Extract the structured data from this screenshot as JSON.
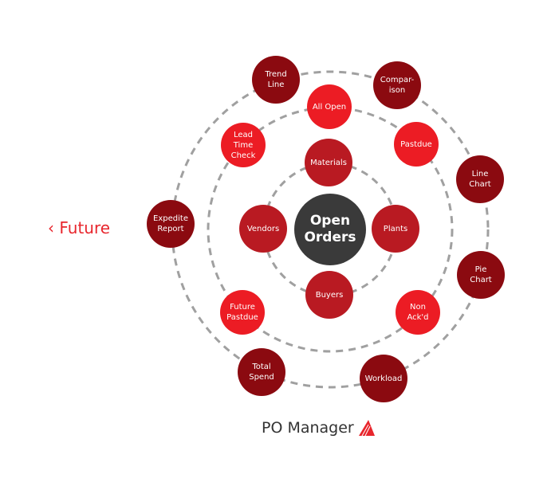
{
  "center": {
    "label": "Open Orders"
  },
  "nav": {
    "future_label": "Future"
  },
  "brand": {
    "name": "PO Manager"
  },
  "inner": [
    {
      "label": "Materials"
    },
    {
      "label": "Plants"
    },
    {
      "label": "Buyers"
    },
    {
      "label": "Vendors"
    }
  ],
  "middle": [
    {
      "label": "All Open"
    },
    {
      "label": "Pastdue"
    },
    {
      "label": "Non Ack'd"
    },
    {
      "label": "Future Pastdue"
    },
    {
      "label": "Lead Time Check"
    }
  ],
  "outer": [
    {
      "label": "Trend Line"
    },
    {
      "label": "Compar-ison"
    },
    {
      "label": "Line Chart"
    },
    {
      "label": "Pie Chart"
    },
    {
      "label": "Workload"
    },
    {
      "label": "Total Spend"
    },
    {
      "label": "Expedite Report"
    }
  ],
  "colors": {
    "outer": "#8b0a10",
    "middle": "#ec1c24",
    "inner": "#b91a22",
    "center": "#3a3a3a",
    "accent": "#e8262d"
  }
}
